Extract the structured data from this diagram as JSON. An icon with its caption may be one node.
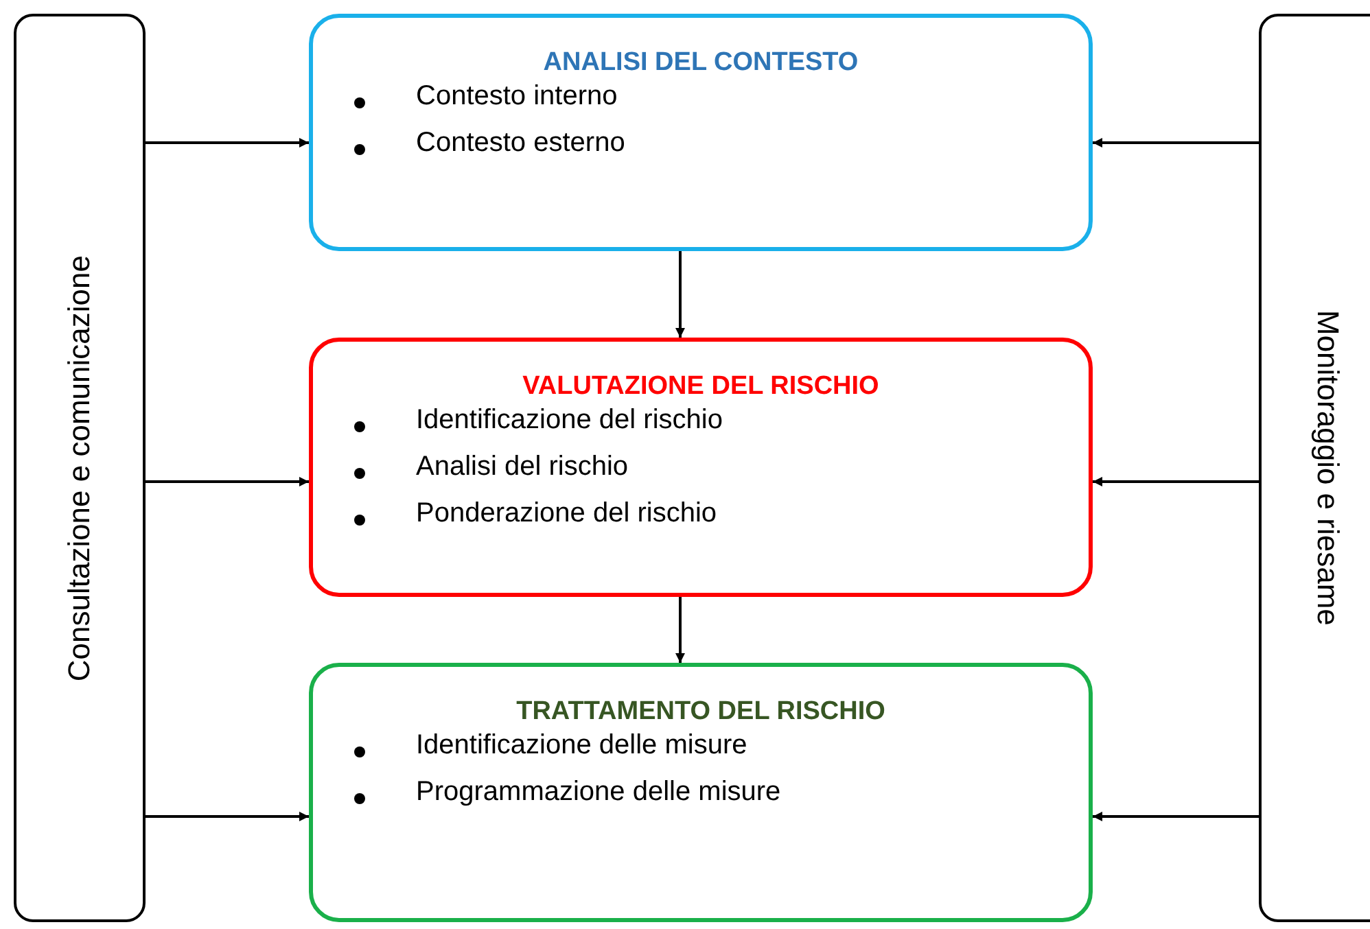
{
  "diagram": {
    "nodes": [
      {
        "text": [
          "Consultazione e comunicazione"
        ]
      },
      {
        "text": [
          "ANALISI DEL CONTESTO",
          "Contesto interno",
          "Contesto esterno"
        ]
      },
      {
        "text": [
          "VALUTAZIONE DEL RISCHIO",
          "Identificazione del rischio",
          "Analisi del rischio",
          "Ponderazione del rischio"
        ]
      },
      {
        "text": [
          "TRATTAMENTO DEL RISCHIO",
          "Identificazione delle misure",
          "Programmazione delle misure"
        ]
      },
      {
        "text": [
          "Monitoraggio e riesame"
        ]
      }
    ],
    "edges": [
      {
        "from": 0,
        "to": 1,
        "arrow": "to"
      },
      {
        "from": 0,
        "to": 2,
        "arrow": "to"
      },
      {
        "from": 0,
        "to": 3,
        "arrow": "to"
      },
      {
        "from": 4,
        "to": 1,
        "arrow": "to"
      },
      {
        "from": 4,
        "to": 2,
        "arrow": "to"
      },
      {
        "from": 4,
        "to": 3,
        "arrow": "to"
      },
      {
        "from": 1,
        "to": 2,
        "arrow": "to"
      },
      {
        "from": 2,
        "to": 3,
        "arrow": "to"
      }
    ]
  }
}
